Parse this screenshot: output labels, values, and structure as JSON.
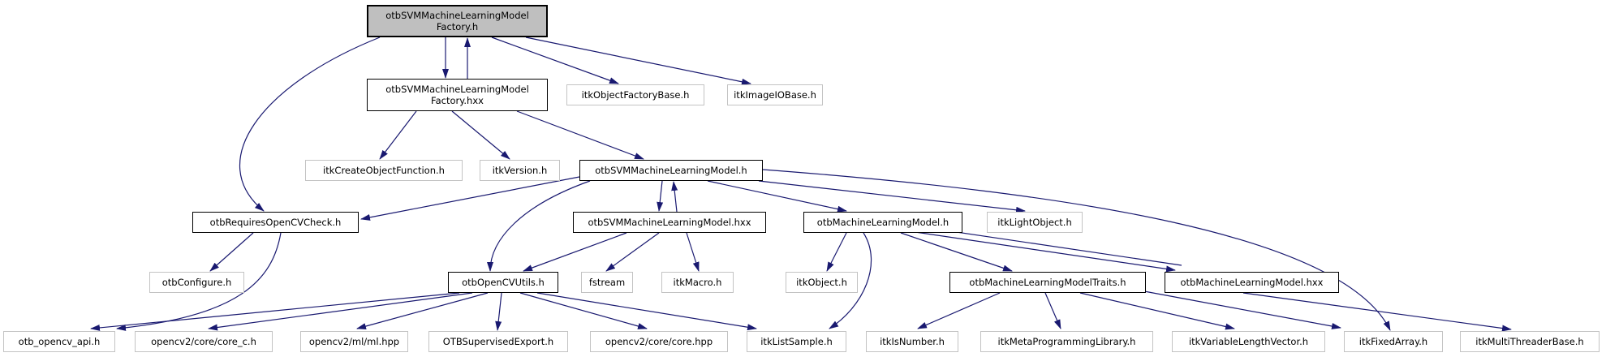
{
  "colors": {
    "edge": "#191970",
    "linked_border": "#000000",
    "external_border": "#c3c3c3",
    "root_fill": "#bfbfbf",
    "node_fill": "#ffffff",
    "background": "#ffffff",
    "text": "#000000"
  },
  "graph": {
    "root_label": "otbSVMMachineLearningModelFactory.h",
    "nodes": [
      {
        "id": "root",
        "label": "otbSVMMachineLearningModel\nFactory.h",
        "kind": "root"
      },
      {
        "id": "factory_hxx",
        "label": "otbSVMMachineLearningModel\nFactory.hxx",
        "kind": "linked"
      },
      {
        "id": "objFactoryBase",
        "label": "itkObjectFactoryBase.h",
        "kind": "external"
      },
      {
        "id": "imageIOBase",
        "label": "itkImageIOBase.h",
        "kind": "external"
      },
      {
        "id": "createObjFn",
        "label": "itkCreateObjectFunction.h",
        "kind": "external"
      },
      {
        "id": "version",
        "label": "itkVersion.h",
        "kind": "external"
      },
      {
        "id": "svm_h",
        "label": "otbSVMMachineLearningModel.h",
        "kind": "linked"
      },
      {
        "id": "requires",
        "label": "otbRequiresOpenCVCheck.h",
        "kind": "linked"
      },
      {
        "id": "svm_hxx",
        "label": "otbSVMMachineLearningModel.hxx",
        "kind": "linked"
      },
      {
        "id": "mlmodel_h",
        "label": "otbMachineLearningModel.h",
        "kind": "linked"
      },
      {
        "id": "lightObject",
        "label": "itkLightObject.h",
        "kind": "external"
      },
      {
        "id": "configure",
        "label": "otbConfigure.h",
        "kind": "external"
      },
      {
        "id": "cvutils",
        "label": "otbOpenCVUtils.h",
        "kind": "linked"
      },
      {
        "id": "fstream",
        "label": "fstream",
        "kind": "external"
      },
      {
        "id": "macro",
        "label": "itkMacro.h",
        "kind": "external"
      },
      {
        "id": "object",
        "label": "itkObject.h",
        "kind": "external"
      },
      {
        "id": "traits",
        "label": "otbMachineLearningModelTraits.h",
        "kind": "linked"
      },
      {
        "id": "mlmodel_hxx",
        "label": "otbMachineLearningModel.hxx",
        "kind": "linked"
      },
      {
        "id": "opencv_api",
        "label": "otb_opencv_api.h",
        "kind": "external"
      },
      {
        "id": "core_c",
        "label": "opencv2/core/core_c.h",
        "kind": "external"
      },
      {
        "id": "ml_hpp",
        "label": "opencv2/ml/ml.hpp",
        "kind": "external"
      },
      {
        "id": "supervisedExport",
        "label": "OTBSupervisedExport.h",
        "kind": "external"
      },
      {
        "id": "core_hpp",
        "label": "opencv2/core/core.hpp",
        "kind": "external"
      },
      {
        "id": "listSample",
        "label": "itkListSample.h",
        "kind": "external"
      },
      {
        "id": "isNumber",
        "label": "itkIsNumber.h",
        "kind": "external"
      },
      {
        "id": "metaProg",
        "label": "itkMetaProgrammingLibrary.h",
        "kind": "external"
      },
      {
        "id": "varLength",
        "label": "itkVariableLengthVector.h",
        "kind": "external"
      },
      {
        "id": "fixedArray",
        "label": "itkFixedArray.h",
        "kind": "external"
      },
      {
        "id": "multiThreader",
        "label": "itkMultiThreaderBase.h",
        "kind": "external"
      }
    ],
    "edges": [
      {
        "from": "root",
        "to": "factory_hxx"
      },
      {
        "from": "factory_hxx",
        "to": "root"
      },
      {
        "from": "root",
        "to": "objFactoryBase"
      },
      {
        "from": "root",
        "to": "imageIOBase"
      },
      {
        "from": "root",
        "to": "requires"
      },
      {
        "from": "factory_hxx",
        "to": "createObjFn"
      },
      {
        "from": "factory_hxx",
        "to": "version"
      },
      {
        "from": "factory_hxx",
        "to": "svm_h"
      },
      {
        "from": "svm_h",
        "to": "requires"
      },
      {
        "from": "svm_h",
        "to": "svm_hxx"
      },
      {
        "from": "svm_hxx",
        "to": "svm_h"
      },
      {
        "from": "svm_h",
        "to": "mlmodel_h"
      },
      {
        "from": "svm_h",
        "to": "lightObject"
      },
      {
        "from": "svm_h",
        "to": "cvutils"
      },
      {
        "from": "svm_h",
        "to": "fixedArray"
      },
      {
        "from": "svm_hxx",
        "to": "cvutils"
      },
      {
        "from": "svm_hxx",
        "to": "fstream"
      },
      {
        "from": "svm_hxx",
        "to": "macro"
      },
      {
        "from": "requires",
        "to": "configure"
      },
      {
        "from": "requires",
        "to": "opencv_api"
      },
      {
        "from": "cvutils",
        "to": "opencv_api"
      },
      {
        "from": "cvutils",
        "to": "core_c"
      },
      {
        "from": "cvutils",
        "to": "ml_hpp"
      },
      {
        "from": "cvutils",
        "to": "supervisedExport"
      },
      {
        "from": "cvutils",
        "to": "core_hpp"
      },
      {
        "from": "cvutils",
        "to": "listSample"
      },
      {
        "from": "mlmodel_h",
        "to": "object"
      },
      {
        "from": "mlmodel_h",
        "to": "listSample"
      },
      {
        "from": "mlmodel_h",
        "to": "traits"
      },
      {
        "from": "mlmodel_h",
        "to": "mlmodel_hxx"
      },
      {
        "from": "mlmodel_hxx",
        "to": "mlmodel_h"
      },
      {
        "from": "mlmodel_hxx",
        "to": "multiThreader"
      },
      {
        "from": "traits",
        "to": "isNumber"
      },
      {
        "from": "traits",
        "to": "metaProg"
      },
      {
        "from": "traits",
        "to": "varLength"
      },
      {
        "from": "traits",
        "to": "fixedArray"
      }
    ]
  }
}
